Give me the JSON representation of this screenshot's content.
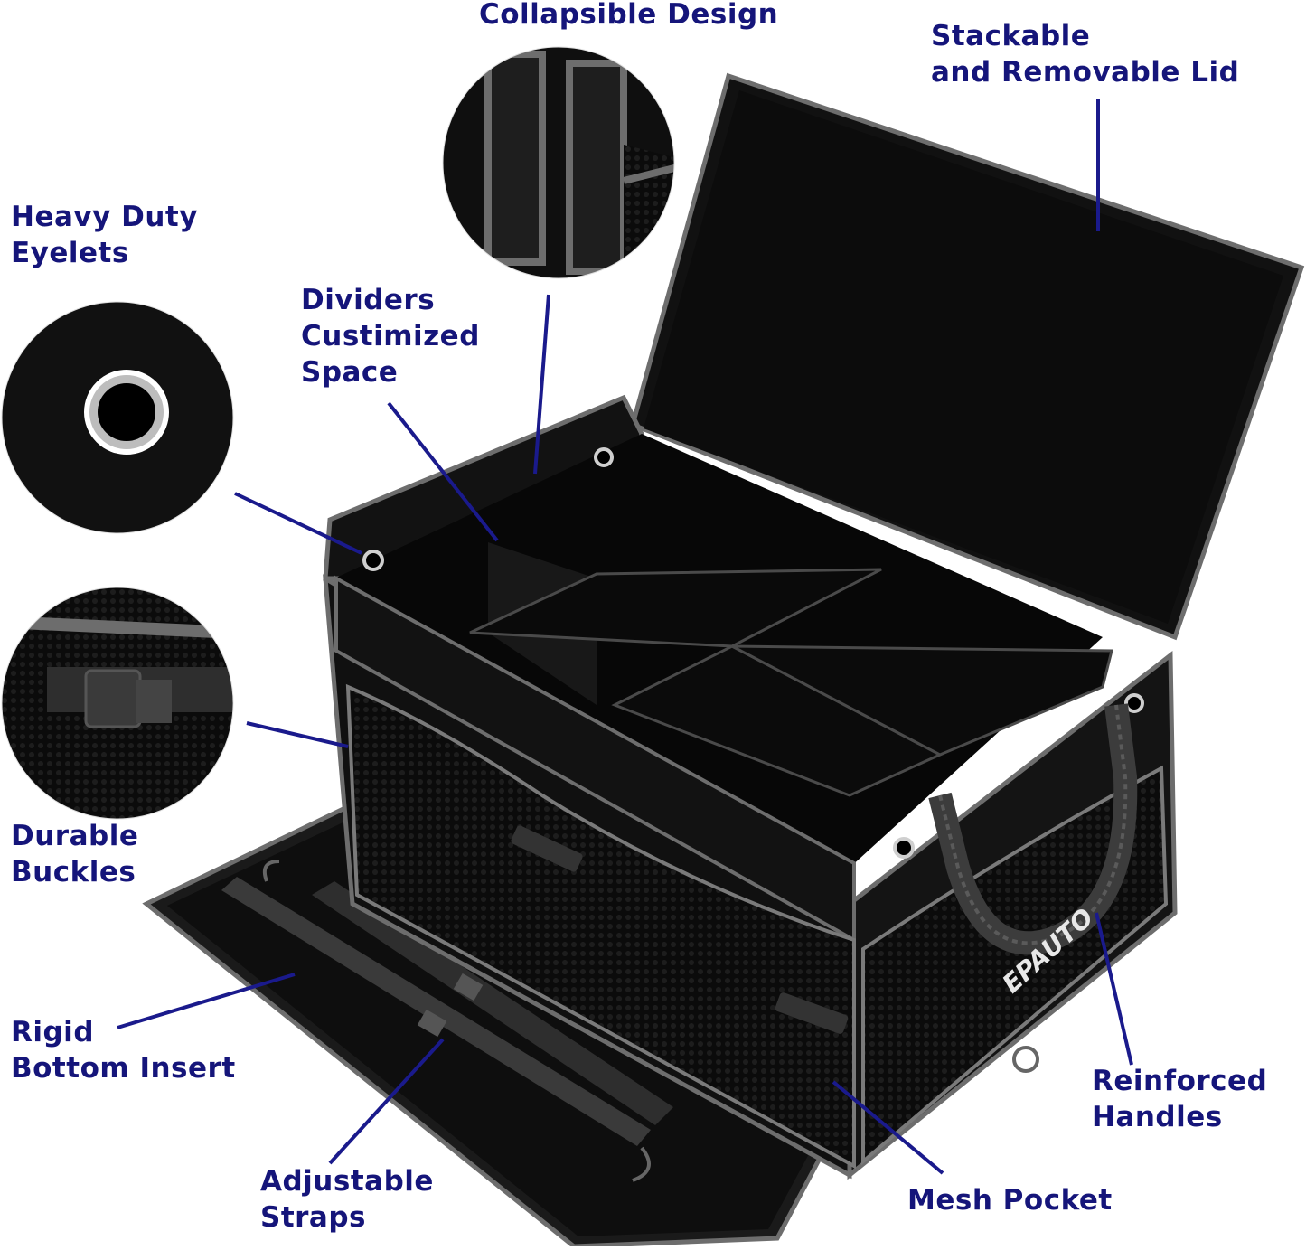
{
  "colors": {
    "label_text": "#15157a",
    "leader_line": "#1a1a8c",
    "fabric": "#0e0e0e",
    "trim": "#6d6d6d",
    "background": "#ffffff"
  },
  "brand_mark": "EPAUTO",
  "callouts": {
    "collapsible": {
      "lines": [
        "Collapsible Design"
      ]
    },
    "stackable": {
      "lines": [
        "Stackable",
        "and Removable Lid"
      ]
    },
    "eyelets": {
      "lines": [
        "Heavy Duty",
        "Eyelets"
      ]
    },
    "dividers": {
      "lines": [
        "Dividers",
        "Custimized",
        "Space"
      ]
    },
    "buckles": {
      "lines": [
        "Durable",
        "Buckles"
      ]
    },
    "insert": {
      "lines": [
        "Rigid",
        "Bottom Insert"
      ]
    },
    "straps": {
      "lines": [
        "Adjustable",
        "Straps"
      ]
    },
    "handles": {
      "lines": [
        "Reinforced",
        "Handles"
      ]
    },
    "mesh": {
      "lines": [
        "Mesh Pocket"
      ]
    }
  },
  "detail_views": [
    {
      "name": "collapsible-detail-circle",
      "icon": "folded-divider-icon"
    },
    {
      "name": "eyelet-detail-circle",
      "icon": "eyelet-icon"
    },
    {
      "name": "buckle-detail-circle",
      "icon": "buckle-icon"
    }
  ]
}
